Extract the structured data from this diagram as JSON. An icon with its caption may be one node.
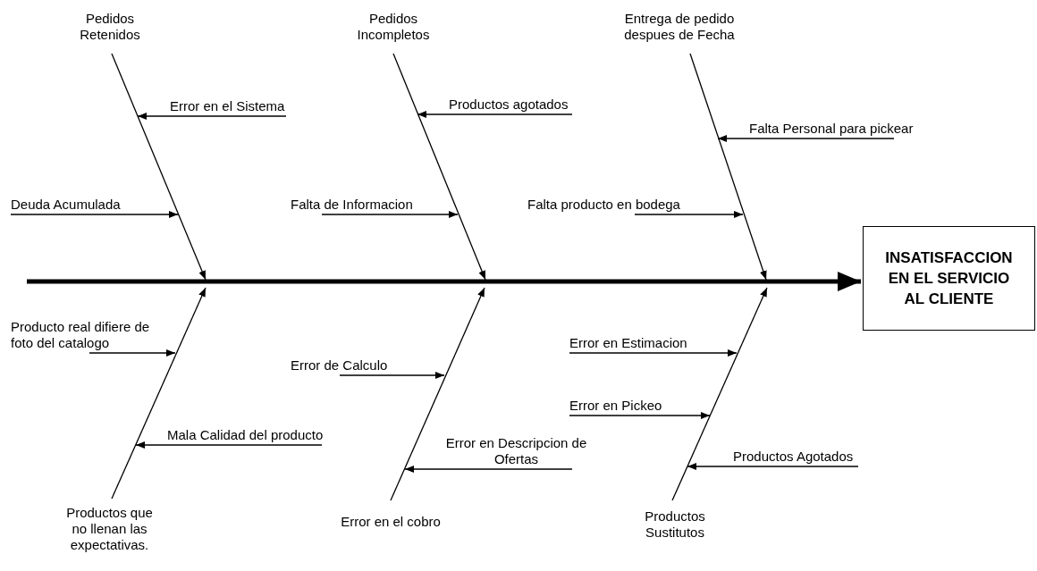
{
  "diagram": {
    "nodes": [
      {
        "text": [
          "Pedidos Retenidos"
        ]
      },
      {
        "text": [
          "Error en el Sistema"
        ]
      },
      {
        "text": [
          "Deuda Acumulada"
        ]
      },
      {
        "text": [
          "Pedidos Incompletos"
        ]
      },
      {
        "text": [
          "Productos agotados"
        ]
      },
      {
        "text": [
          "Falta de Informacion"
        ]
      },
      {
        "text": [
          "Entrega de pedido despues de Fecha"
        ]
      },
      {
        "text": [
          "Falta Personal para pickear"
        ]
      },
      {
        "text": [
          "Falta producto en bodega"
        ]
      },
      {
        "text": [
          "INSATISFACCION EN EL SERVICIO AL CLIENTE"
        ]
      },
      {
        "text": [
          "Producto real difiere de foto del catalogo"
        ]
      },
      {
        "text": [
          "Mala Calidad del producto"
        ]
      },
      {
        "text": [
          "Productos que no llenan las expectativas."
        ]
      },
      {
        "text": [
          "Error de Calculo"
        ]
      },
      {
        "text": [
          "Error en Descripcion de Ofertas"
        ]
      },
      {
        "text": [
          "Error en el cobro"
        ]
      },
      {
        "text": [
          "Error en Estimacion"
        ]
      },
      {
        "text": [
          "Error en Pickeo"
        ]
      },
      {
        "text": [
          "Productos Agotados"
        ]
      },
      {
        "text": [
          "Productos Sustitutos"
        ]
      }
    ],
    "edges": [
      {
        "from": null,
        "to": 9,
        "arrow": "to",
        "style": "thick"
      },
      {
        "from": 0,
        "to": null,
        "arrow": "to"
      },
      {
        "from": 1,
        "to": null,
        "arrow": "to"
      },
      {
        "from": 2,
        "to": null,
        "arrow": "to"
      },
      {
        "from": 3,
        "to": null,
        "arrow": "to"
      },
      {
        "from": 4,
        "to": null,
        "arrow": "to"
      },
      {
        "from": 5,
        "to": null,
        "arrow": "to"
      },
      {
        "from": 6,
        "to": null,
        "arrow": "to"
      },
      {
        "from": 7,
        "to": null,
        "arrow": "to"
      },
      {
        "from": 8,
        "to": null,
        "arrow": "to"
      },
      {
        "from": 10,
        "to": null,
        "arrow": "to"
      },
      {
        "from": 11,
        "to": null,
        "arrow": "to"
      },
      {
        "from": 12,
        "to": null,
        "arrow": "to"
      },
      {
        "from": 13,
        "to": null,
        "arrow": "to"
      },
      {
        "from": 14,
        "to": null,
        "arrow": "to"
      },
      {
        "from": 15,
        "to": null,
        "arrow": "to"
      },
      {
        "from": 16,
        "to": null,
        "arrow": "to"
      },
      {
        "from": 17,
        "to": null,
        "arrow": "to"
      },
      {
        "from": 18,
        "to": null,
        "arrow": "to"
      },
      {
        "from": 19,
        "to": null,
        "arrow": "to"
      }
    ]
  }
}
